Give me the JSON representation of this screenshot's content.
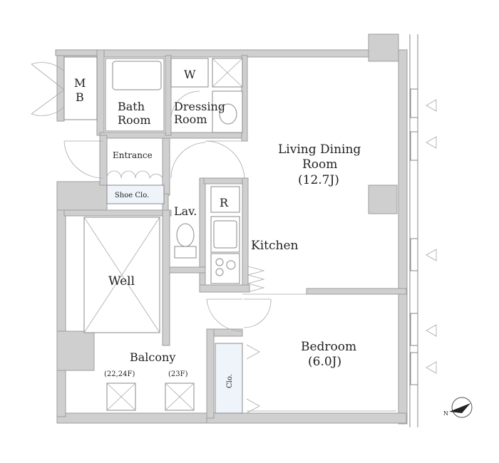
{
  "rooms": {
    "mb": {
      "line1": "M",
      "line2": "B"
    },
    "bath": {
      "line1": "Bath",
      "line2": "Room"
    },
    "washer": "W",
    "dressing": {
      "line1": "Dressing",
      "line2": "Room"
    },
    "living": {
      "line1": "Living Dining",
      "line2": "Room",
      "line3": "(12.7J)"
    },
    "entrance": "Entrance",
    "shoe": "Shoe Clo.",
    "fridge": "R",
    "lav": "Lav.",
    "kitchen": "Kitchen",
    "well": "Well",
    "balcony": "Balcony",
    "vent_left": "(22,24F)",
    "vent_right": "(23F)",
    "closet": "Clo.",
    "bedroom": {
      "line1": "Bedroom",
      "line2": "(6.0J)"
    }
  },
  "compass": {
    "label": "N"
  },
  "colors": {
    "wall": "#cfcfcf",
    "closet": "#eef4fa",
    "shoe": "#eef4fa"
  }
}
